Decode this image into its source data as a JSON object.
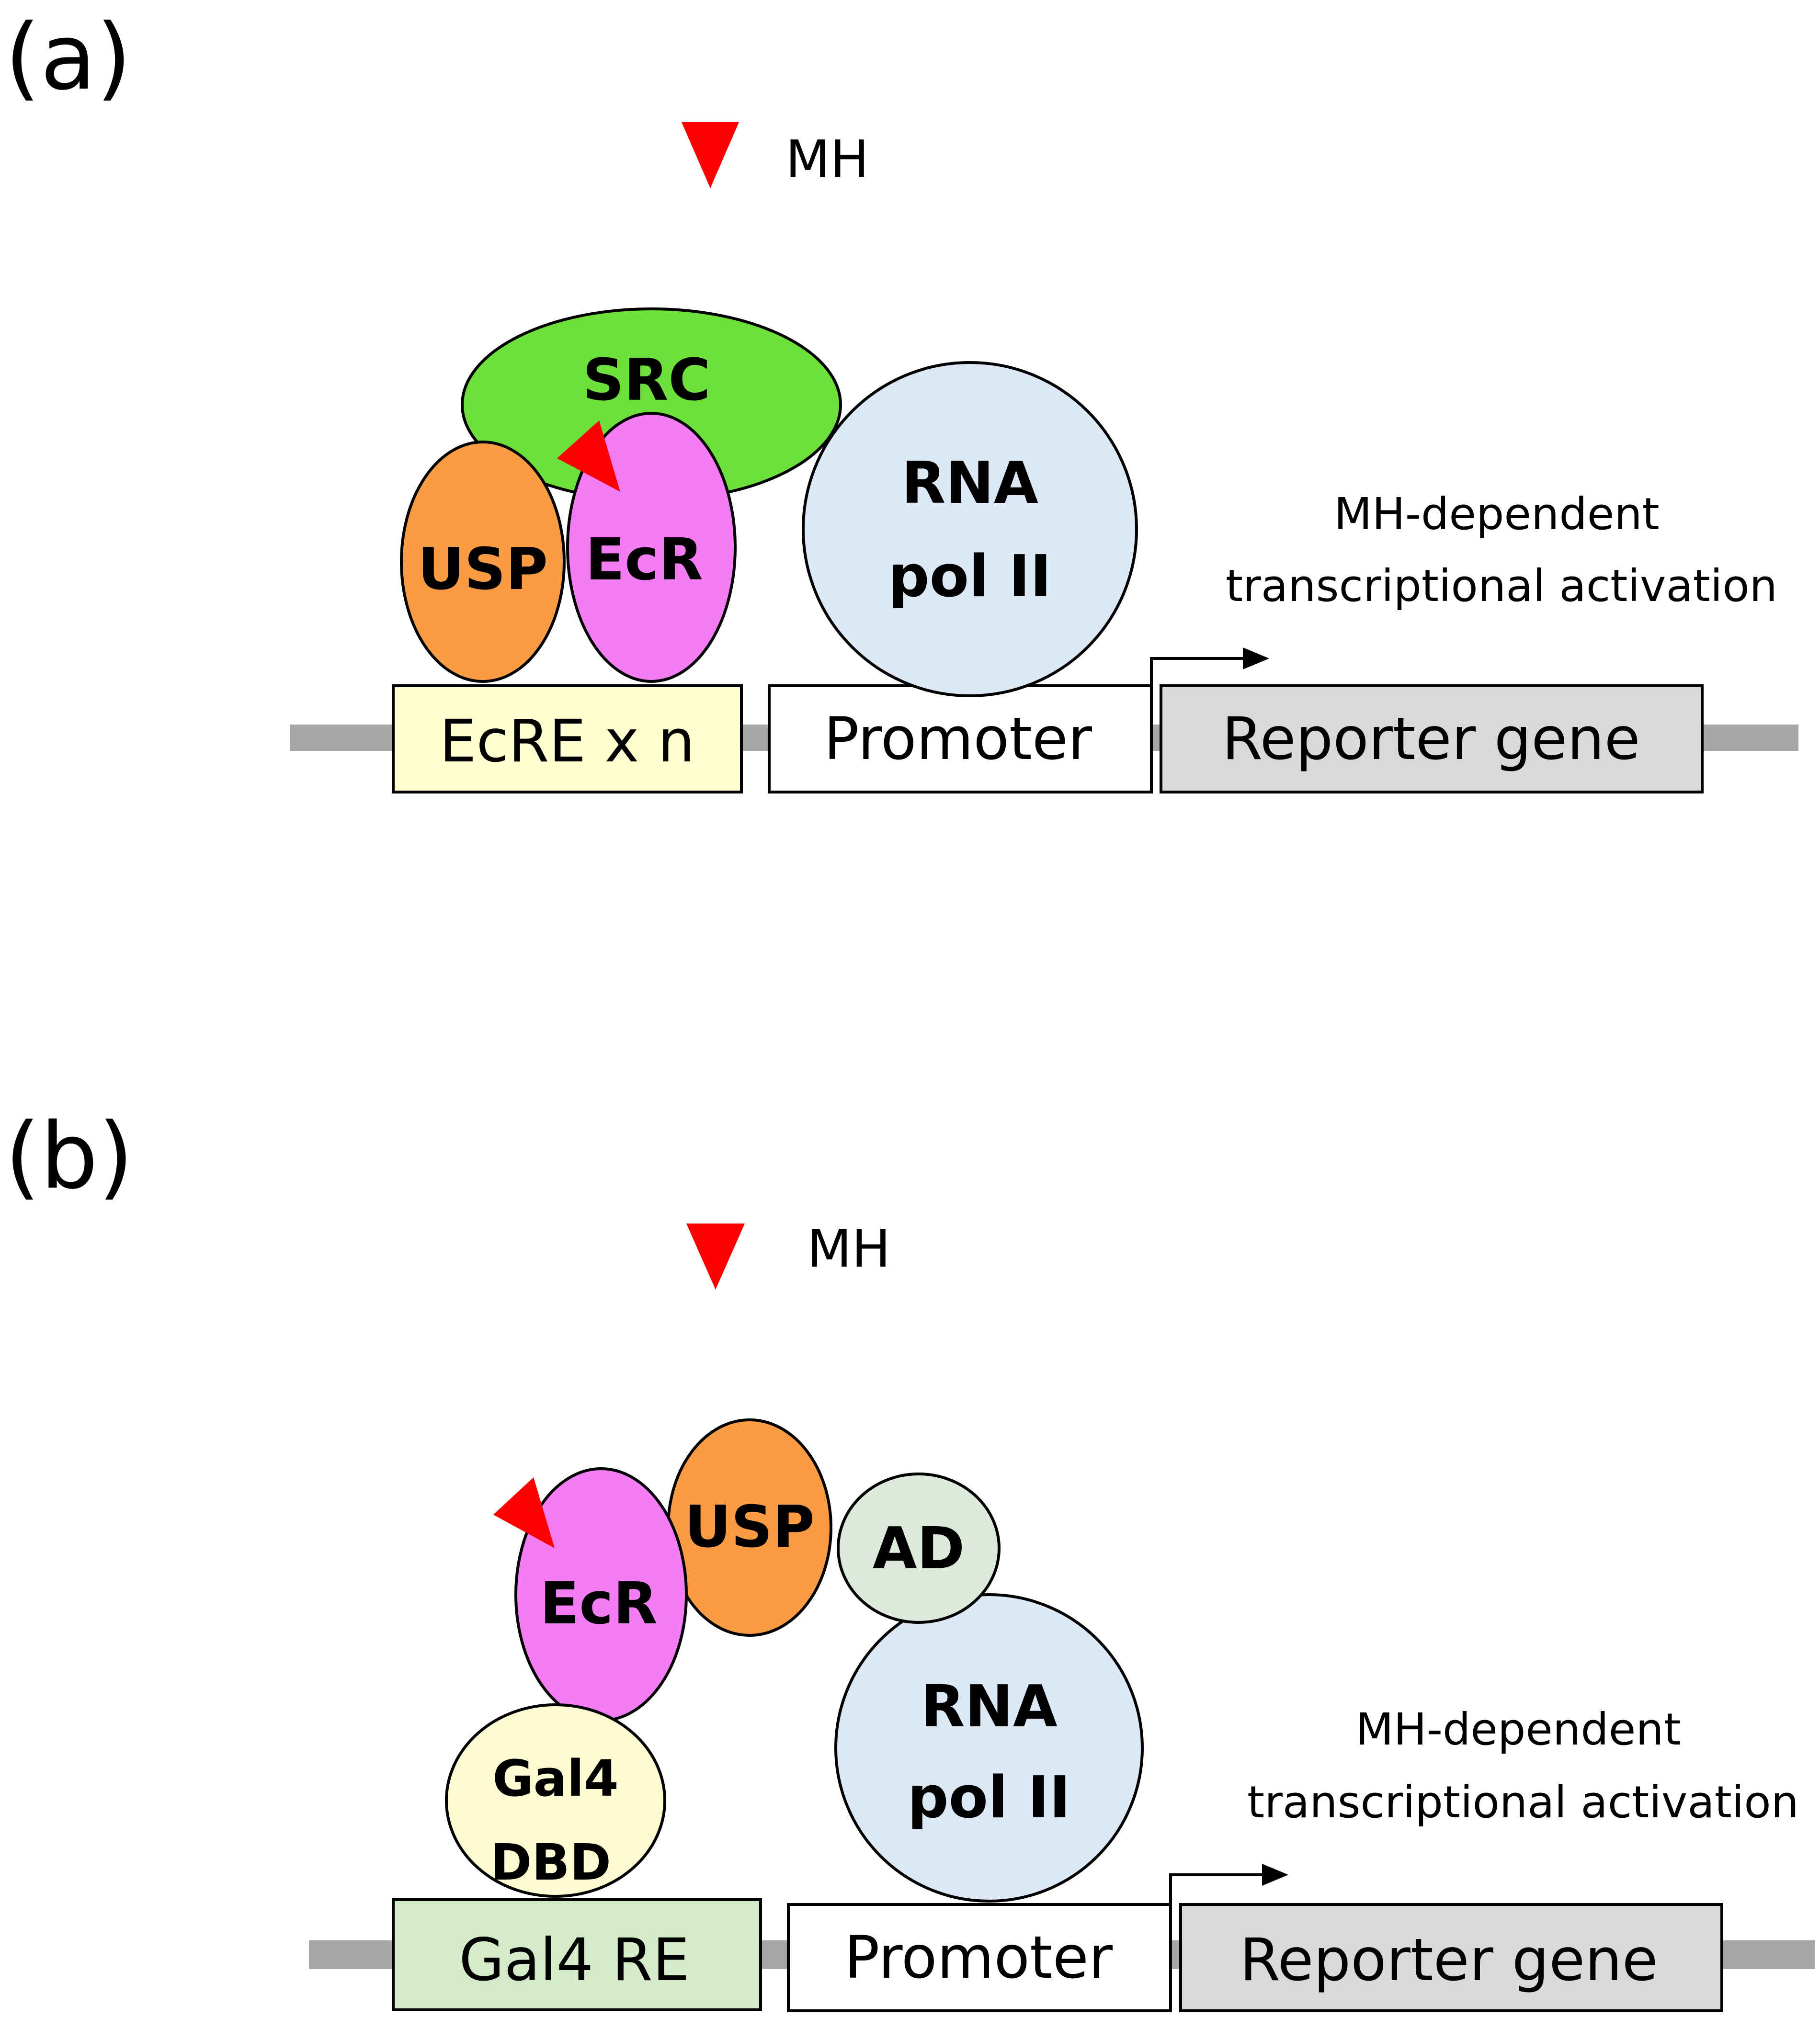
{
  "panel_a": {
    "label": "(a)",
    "ligand_label": "MH",
    "proteins": {
      "src": "SRC",
      "usp": "USP",
      "ecr": "EcR",
      "rna_pol_line1": "RNA",
      "rna_pol_line2": "pol II"
    },
    "dna": {
      "response_element": "EcRE x n",
      "promoter": "Promoter",
      "reporter": "Reporter gene"
    },
    "activation_line1": "MH-dependent",
    "activation_line2": "transcriptional activation"
  },
  "panel_b": {
    "label": "(b)",
    "ligand_label": "MH",
    "proteins": {
      "ecr": "EcR",
      "usp": "USP",
      "ad": "AD",
      "gal4_line1": "Gal4",
      "gal4_line2": "DBD",
      "rna_pol_line1": "RNA",
      "rna_pol_line2": "pol II"
    },
    "dna": {
      "response_element": "Gal4 RE",
      "promoter": "Promoter",
      "reporter": "Reporter gene"
    },
    "activation_line1": "MH-dependent",
    "activation_line2": "transcriptional activation"
  },
  "colors": {
    "ligand": "#ff0000",
    "src": "#6ee03a",
    "usp": "#fa9c44",
    "ecr": "#f47cf4",
    "rna_pol": "#dce8f5",
    "ad": "#dbeadb",
    "gal4_dbd": "#fdfbd1",
    "ecre_box": "#ffffd0",
    "gal4re_box": "#d3ebc8",
    "promoter_box": "#ffffff",
    "reporter_box": "#d9d9d9",
    "dna_line": "#a6a6a6"
  }
}
